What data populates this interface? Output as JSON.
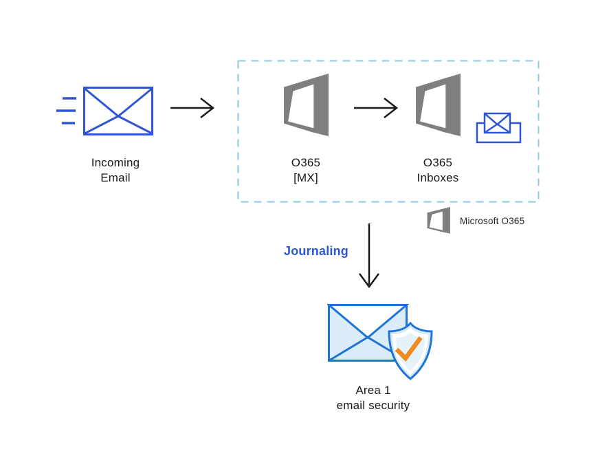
{
  "diagram_title": "",
  "incoming": {
    "label_line1": "Incoming",
    "label_line2": "Email",
    "icon": "incoming-email-envelope-icon"
  },
  "o365_mx": {
    "label_line1": "O365",
    "label_line2": "[MX]",
    "icon": "office365-logo-icon"
  },
  "o365_inboxes": {
    "label_line1": "O365",
    "label_line2": "Inboxes",
    "icon": "office365-logo-icon",
    "secondary_icon": "inbox-tray-envelope-icon"
  },
  "legend": {
    "label": "Microsoft O365",
    "icon": "office365-logo-icon"
  },
  "journaling": {
    "label": "Journaling",
    "icon": "arrow-down-icon"
  },
  "area1": {
    "label_line1": "Area 1",
    "label_line2": "email security",
    "icon": "envelope-shield-check-icon"
  },
  "colors": {
    "envelope_blue": "#2e56d4",
    "journaling_blue": "#2957d5",
    "office_gray": "#7f7f7f",
    "dashed_border_blue": "#8ccbe1",
    "arrow_black": "#1a1a1a",
    "area1_outline_blue": "#1e73d6",
    "area1_envelope_fill": "#d9ecf7",
    "shield_fill_light": "#d8eaf7",
    "shield_inner_fill": "#e6f2fa",
    "check_orange": "#ee8a1f",
    "text_black": "#1a1a1a"
  }
}
